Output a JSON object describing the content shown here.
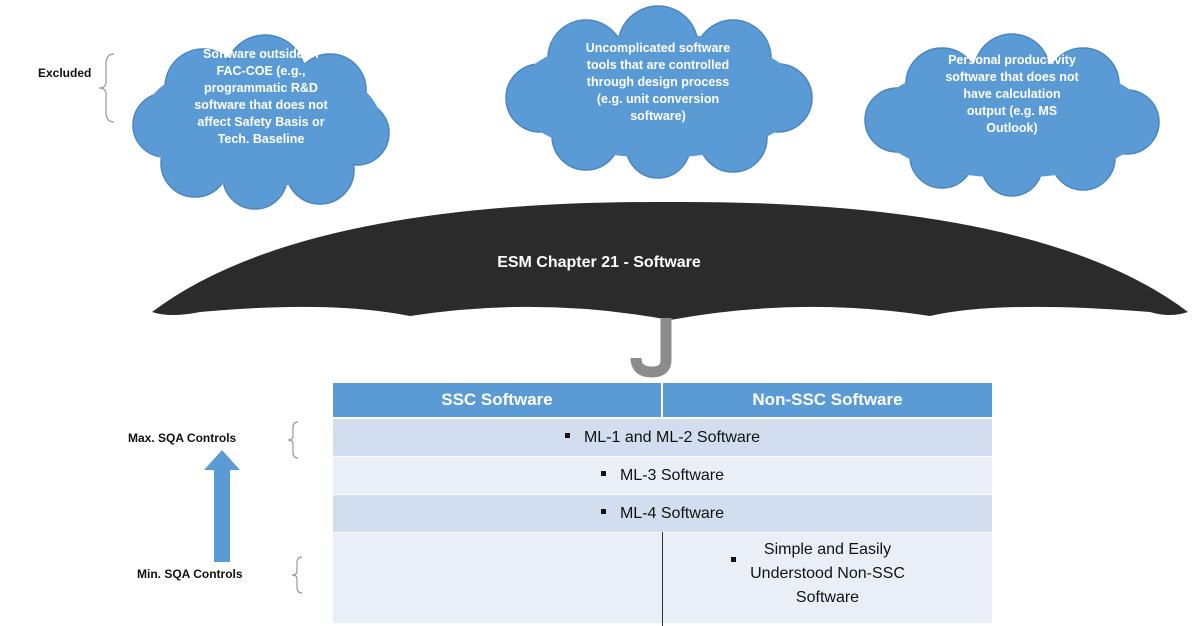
{
  "excluded_label": "Excluded",
  "clouds": [
    {
      "text": "Software outside of\nFAC-COE (e.g.,\nprogrammatic R&D\nsoftware that does not\naffect Safety Basis or\nTech. Baseline"
    },
    {
      "text": "Uncomplicated software\ntools that are controlled\nthrough design process\n(e.g. unit conversion\nsoftware)"
    },
    {
      "text": "Personal productivity\nsoftware that does not\nhave calculation\noutput (e.g. MS\nOutlook)"
    }
  ],
  "umbrella_title": "ESM Chapter 21 - Software",
  "table": {
    "headers": [
      "SSC Software",
      "Non-SSC Software"
    ],
    "rows": [
      "ML-1 and ML-2 Software",
      "ML-3 Software",
      "ML-4 Software"
    ],
    "last_row_right": "Simple and Easily\nUnderstood Non-SSC\nSoftware"
  },
  "max_label": "Max. SQA Controls",
  "min_label": "Min. SQA Controls",
  "colors": {
    "cloud_fill": "#5b9bd5",
    "cloud_stroke": "#4a86c0",
    "umbrella": "#2b2b2b",
    "handle": "#8c8c8c",
    "header": "#5b9bd5",
    "row_dark": "#d2deef",
    "row_light": "#eaeff7",
    "arrow": "#5b9bd5"
  }
}
